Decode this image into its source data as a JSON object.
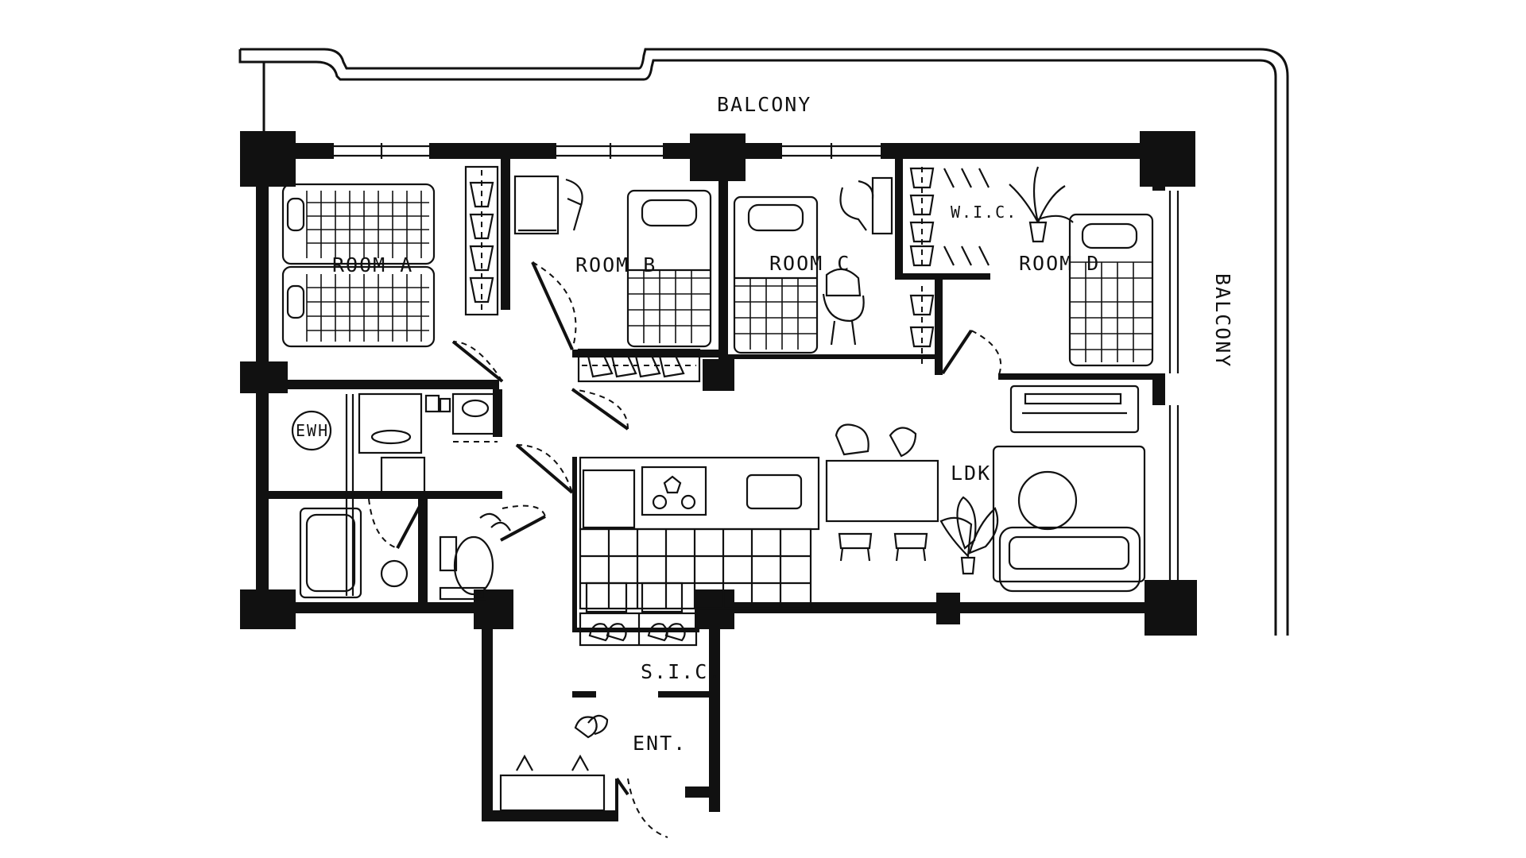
{
  "plan": {
    "labels": {
      "balcony_top": "BALCONY",
      "balcony_right": "BALCONY",
      "room_a": "ROOM A",
      "room_b": "ROOM B",
      "room_c": "ROOM C",
      "room_d": "ROOM D",
      "wic": "W.I.C.",
      "ldk": "LDK",
      "ewh": "EWH",
      "sic": "S.I.C.",
      "ent": "ENT."
    }
  }
}
